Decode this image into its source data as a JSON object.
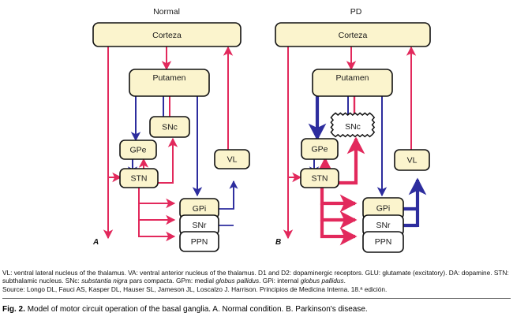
{
  "figure": {
    "panels": [
      {
        "id": "normal",
        "title": "Normal",
        "letter": "A",
        "nodes": [
          {
            "key": "corteza",
            "label": "Corteza"
          },
          {
            "key": "putamen",
            "label": "Putamen"
          },
          {
            "key": "snc",
            "label": "SNc"
          },
          {
            "key": "gpe",
            "label": "GPe"
          },
          {
            "key": "stn",
            "label": "STN"
          },
          {
            "key": "vl",
            "label": "VL"
          },
          {
            "key": "gpi",
            "label": "GPi"
          },
          {
            "key": "snr",
            "label": "SNr"
          },
          {
            "key": "ppn",
            "label": "PPN"
          }
        ]
      },
      {
        "id": "pd",
        "title": "PD",
        "letter": "B",
        "nodes": [
          {
            "key": "corteza",
            "label": "Corteza"
          },
          {
            "key": "putamen",
            "label": "Putamen"
          },
          {
            "key": "snc",
            "label": "SNc"
          },
          {
            "key": "gpe",
            "label": "GPe"
          },
          {
            "key": "stn",
            "label": "STN"
          },
          {
            "key": "vl",
            "label": "VL"
          },
          {
            "key": "gpi",
            "label": "GPi"
          },
          {
            "key": "snr",
            "label": "SNr"
          },
          {
            "key": "ppn",
            "label": "PPN"
          }
        ]
      }
    ],
    "colors": {
      "excitatory_red": "#e2295c",
      "inhibitory_blue": "#2d2d9e",
      "node_fill_cream": "#fbf4cd",
      "node_fill_white": "#ffffff",
      "node_stroke": "#111111"
    }
  },
  "notes": {
    "abbrev_line": "VL: ventral lateral nucleus of the thalamus. VA: ventral anterior nucleus of the thalamus. D1 and D2: dopaminergic receptors. GLU: glutamate (excitatory). DA: dopamine. STN: subthalamic nucleus. SNc: ",
    "abbrev_italic_1": "substantia nigra",
    "abbrev_mid_1": " pars compacta. GPm: medial ",
    "abbrev_italic_2": "globus pallidus",
    "abbrev_mid_2": ". GPi: internal ",
    "abbrev_italic_3": "globus pallidus",
    "abbrev_end": ".",
    "source_line": "Source: Longo DL, Fauci AS, Kasper DL, Hauser SL, Jameson JL, Loscalzo J. Harrison. Principios de Medicina Interna. 18.ª edición."
  },
  "caption": {
    "figure_number": "Fig. 2.",
    "text": "Model of motor circuit operation of the basal ganglia. A. Normal condition. B. Parkinson's disease."
  }
}
